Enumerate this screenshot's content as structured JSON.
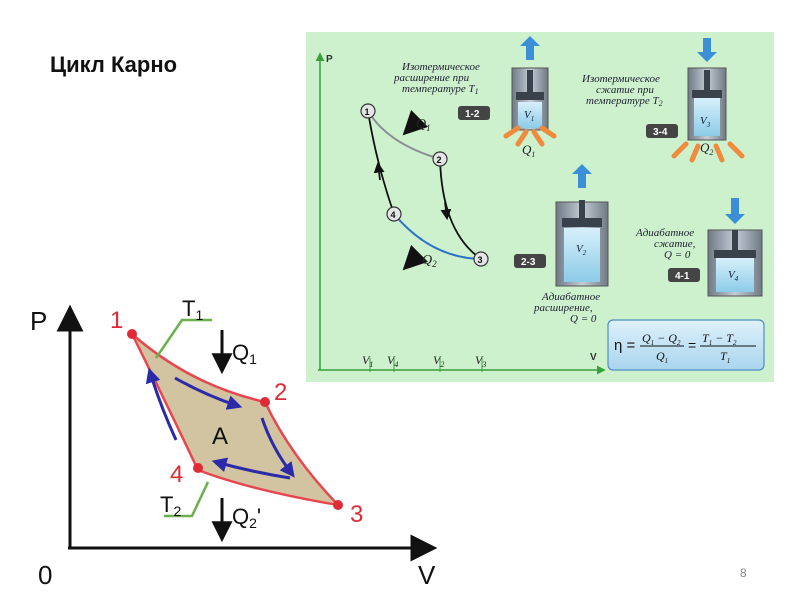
{
  "slide": {
    "title": "Цикл Карно",
    "page_number": "8"
  },
  "main_diagram": {
    "axis_p": "P",
    "axis_v": "V",
    "origin": "0",
    "points": {
      "p1": "1",
      "p2": "2",
      "p3": "3",
      "p4": "4"
    },
    "t1": "T1",
    "t2": "T2",
    "q1": "Q1",
    "q2": "Q2'",
    "work": "A",
    "colors": {
      "fill": "#d2c4a0",
      "outline": "#e8464f",
      "arrows": "#2b2aa8",
      "points": "#e02b36",
      "temp_lines": "#6ab04c"
    }
  },
  "carnot_panel": {
    "background": "#cdf0cd",
    "axis_p": "P",
    "axis_v": "V",
    "v_ticks": [
      "V1",
      "V4",
      "V2",
      "V3"
    ],
    "points": [
      "1",
      "2",
      "3",
      "4"
    ],
    "q1": "Q1",
    "q2": "Q2",
    "process_12": {
      "label": "Изотермическое расширение при температуре T1",
      "badge": "1-2",
      "volume": "V1",
      "heat": "Q1"
    },
    "process_34": {
      "label": "Изотермическое сжатие при температуре T2",
      "badge": "3-4",
      "volume": "V3",
      "heat": "Q2"
    },
    "process_23": {
      "label": "Адиабатное расширение, Q = 0",
      "badge": "2-3",
      "volume": "V2"
    },
    "process_41": {
      "label": "Адиабатное сжатие, Q = 0",
      "badge": "4-1",
      "volume": "V4"
    },
    "efficiency_formula": "η = (Q1 − Q2)/Q1 = (T1 − T2)/T1"
  }
}
